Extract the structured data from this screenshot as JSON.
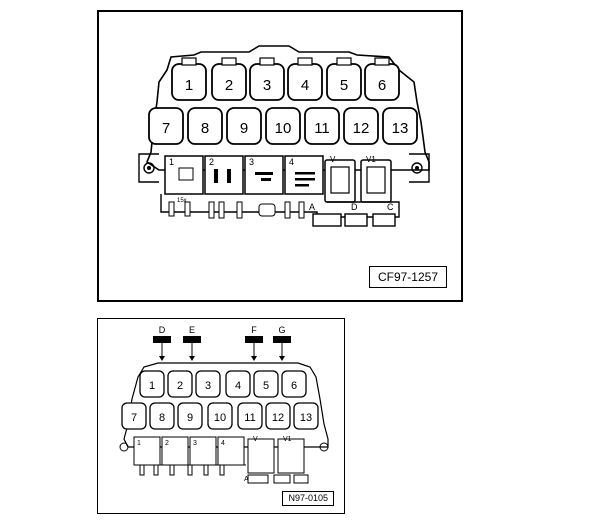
{
  "figures": [
    {
      "reference": "CF97-1257",
      "relays_top": [
        "1",
        "2",
        "3",
        "4",
        "5",
        "6"
      ],
      "relays_bottom": [
        "7",
        "8",
        "9",
        "10",
        "11",
        "12",
        "13"
      ],
      "fuse_blocks": [
        "1",
        "2",
        "3",
        "4"
      ],
      "fuse_block_small_label": "15x",
      "slot_labels": [
        "V",
        "V1"
      ],
      "connector_labels": [
        "A",
        "D",
        "C"
      ]
    },
    {
      "reference": "N97-0105",
      "plug_labels": [
        "D",
        "E",
        "F",
        "G"
      ],
      "relays_top": [
        "1",
        "2",
        "3",
        "4",
        "5",
        "6"
      ],
      "relays_bottom": [
        "7",
        "8",
        "9",
        "10",
        "11",
        "12",
        "13"
      ],
      "fuse_blocks": [
        "1",
        "2",
        "3",
        "4"
      ],
      "slot_labels": [
        "V",
        "V1"
      ],
      "connector_labels": [
        "A"
      ]
    }
  ]
}
